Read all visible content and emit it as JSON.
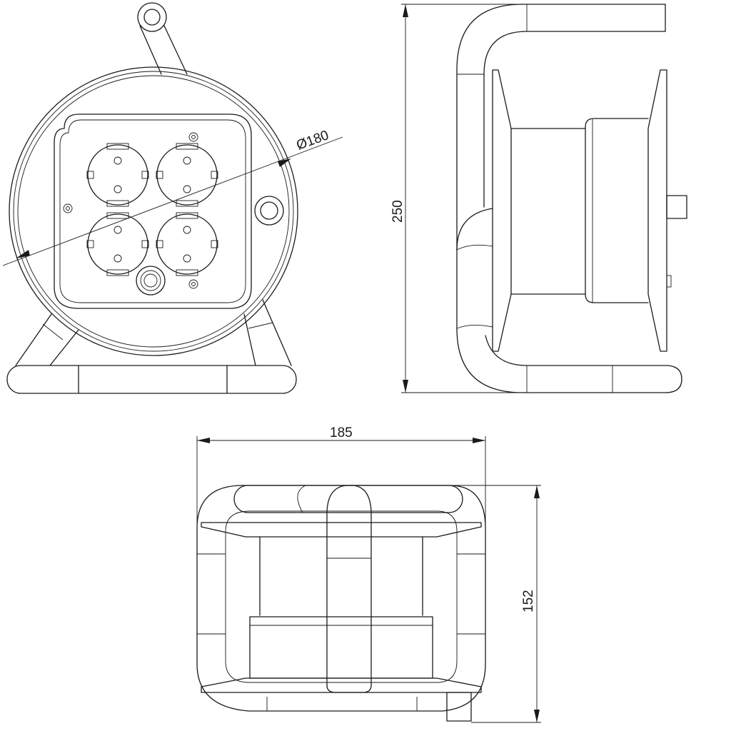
{
  "drawing": {
    "dimensions": {
      "diameter": "Ø180",
      "height": "250",
      "width": "185",
      "depth": "152"
    },
    "colors": {
      "line": "#1a1a1a",
      "background": "#ffffff"
    }
  }
}
